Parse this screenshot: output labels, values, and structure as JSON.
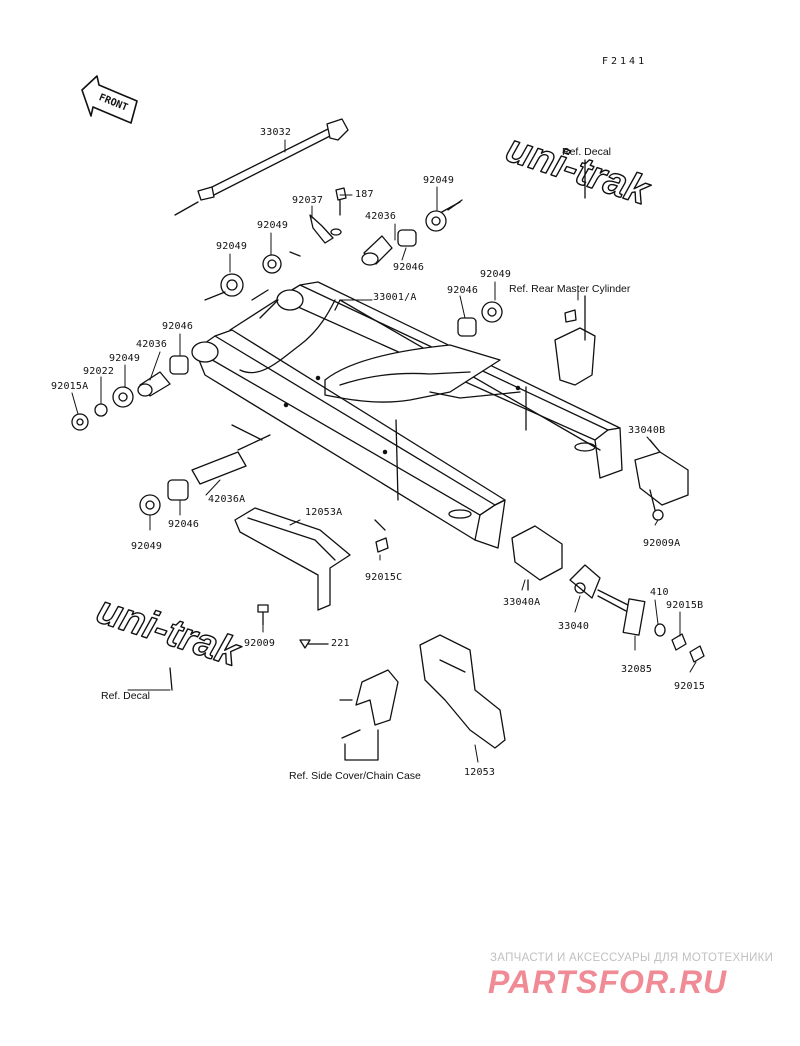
{
  "figure_id": "F2141",
  "front_label": "FRONT",
  "decal_text": "uni-trak",
  "parts": {
    "p33032": "33032",
    "p92037": "92037",
    "p187": "187",
    "p92049_a": "92049",
    "p92049_b": "92049",
    "p92049_c": "92049",
    "p42036": "42036",
    "p92046_a": "92046",
    "p92049_d": "92049",
    "p33001A": "33001/A",
    "p92046_b": "92046",
    "p92046_c": "92046",
    "p92022": "92022",
    "p92049_e": "92049",
    "p42036_b": "42036",
    "p92015A": "92015A",
    "p33040B": "33040B",
    "p42036A": "42036A",
    "p92046_d": "92046",
    "p92049_f": "92049",
    "p12053A": "12053A",
    "p92009A": "92009A",
    "p92015C": "92015C",
    "p33040A": "33040A",
    "p33040": "33040",
    "p410": "410",
    "p92015B": "92015B",
    "p32085": "32085",
    "p92015": "92015",
    "p92009": "92009",
    "p221": "221",
    "p12053": "12053"
  },
  "refs": {
    "decal_top": "Ref. Decal",
    "master_cylinder": "Ref. Rear Master Cylinder",
    "decal_bottom": "Ref. Decal",
    "side_cover": "Ref. Side Cover/Chain Case"
  },
  "watermark": {
    "line1": "ЗАПЧАСТИ И АКСЕССУАРЫ ДЛЯ МОТОТЕХНИКИ",
    "logo": "PARTSFOR.RU",
    "color": "#f08a95"
  }
}
